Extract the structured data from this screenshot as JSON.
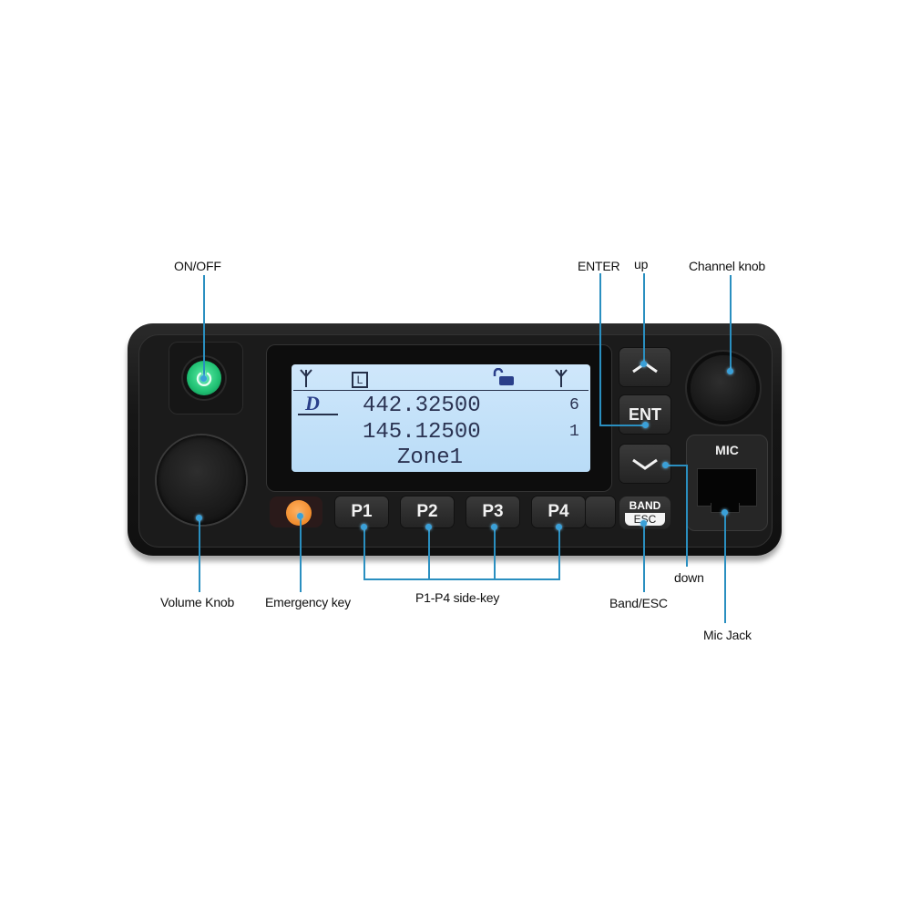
{
  "callouts": {
    "on_off": "ON/OFF",
    "enter": "ENTER",
    "up": "up",
    "channel_knob": "Channel knob",
    "volume_knob": "Volume Knob",
    "emergency_key": "Emergency key",
    "p_side_keys": "P1-P4 side-key",
    "band_esc": "Band/ESC",
    "down": "down",
    "mic_jack": "Mic Jack"
  },
  "lcd": {
    "top_icons": [
      "antenna-icon",
      "lock-mode-L",
      "unlock-icon",
      "antenna-icon"
    ],
    "lock_letter": "L",
    "mode_icon": "D",
    "freq_a": "442.32500",
    "chan_a": "6",
    "freq_b": "145.12500",
    "chan_b": "1",
    "zone": "Zone1"
  },
  "keys": {
    "p1": "P1",
    "p2": "P2",
    "p3": "P3",
    "p4": "P4",
    "ent": "ENT",
    "up_glyph": "︿",
    "down_glyph": "﹀",
    "band": "BAND",
    "esc": "ESC",
    "mic": "MIC"
  },
  "colors": {
    "callout_line": "#2a8fc0",
    "power_led": "#1fbf72",
    "emergency": "#f08a2a",
    "lcd_backlight": "#c4e2f9",
    "body": "#161616"
  }
}
